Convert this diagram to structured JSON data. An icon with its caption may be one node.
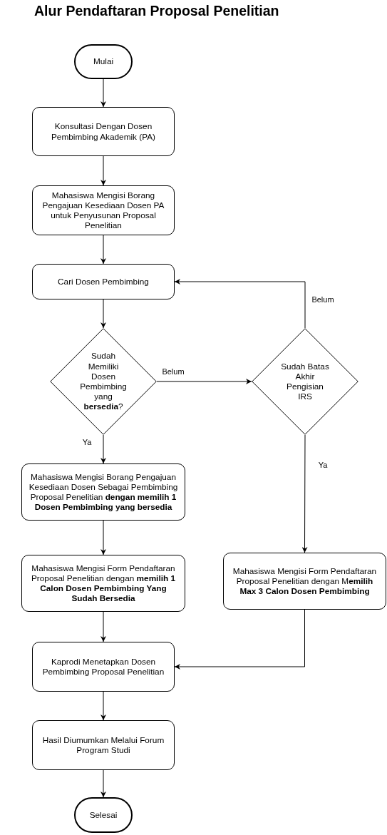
{
  "diagram": {
    "title": "Alur Pendaftaran Proposal Penelitian",
    "nodes": [
      {
        "text": [
          "Mulai"
        ]
      },
      {
        "text": [
          "Konsultasi Dengan Dosen Pembimbing Akademik (PA)"
        ]
      },
      {
        "text": [
          "Mahasiswa Mengisi Borang Pengajuan Kesediaan Dosen PA untuk Penyusunan Proposal Penelitian"
        ]
      },
      {
        "text": [
          "Cari Dosen Pembimbing"
        ]
      },
      {
        "text": [
          "Sudah Memiliki Dosen Pembimbing yang **bersedia**?"
        ]
      },
      {
        "text": [
          "Sudah Batas Akhir Pengisian IRS"
        ]
      },
      {
        "text": [
          "Mahasiswa Mengisi Borang Pengajuan Kesediaan Dosen Sebagai Pembimbing Proposal Penelitian **dengan memilih 1 Dosen Pembimbing yang bersedia**"
        ]
      },
      {
        "text": [
          "Mahasiswa Mengisi Form Pendaftaran Proposal Penelitian dengan **memilih 1 Calon Dosen Pembimbing Yang Sudah Bersedia**"
        ]
      },
      {
        "text": [
          "Mahasiswa Mengisi Form Pendaftaran Proposal Penelitian dengan M**emilih Max 3 Calon Dosen Pembimbing**"
        ]
      },
      {
        "text": [
          "Kaprodi Menetapkan Dosen Pembimbing Proposal Penelitian"
        ]
      },
      {
        "text": [
          "Hasil Diumumkan Melalui Forum Program Studi"
        ]
      },
      {
        "text": [
          "Selesai"
        ]
      }
    ],
    "edges": [
      {
        "from": 0,
        "to": 1,
        "arrow": "to"
      },
      {
        "from": 1,
        "to": 2,
        "arrow": "to"
      },
      {
        "from": 2,
        "to": 3,
        "arrow": "to"
      },
      {
        "from": 3,
        "to": 4,
        "arrow": "to"
      },
      {
        "from": 4,
        "to": 5,
        "arrow": "to",
        "label": "Belum"
      },
      {
        "from": 5,
        "to": 3,
        "arrow": "to",
        "label": "Belum"
      },
      {
        "from": 4,
        "to": 6,
        "arrow": "to",
        "label": "Ya"
      },
      {
        "from": 5,
        "to": 8,
        "arrow": "to",
        "label": "Ya"
      },
      {
        "from": 6,
        "to": 7,
        "arrow": "to"
      },
      {
        "from": 7,
        "to": 9,
        "arrow": "to"
      },
      {
        "from": 8,
        "to": 9,
        "arrow": "to"
      },
      {
        "from": 9,
        "to": 10,
        "arrow": "to"
      },
      {
        "from": 10,
        "to": 11,
        "arrow": "to"
      }
    ]
  }
}
